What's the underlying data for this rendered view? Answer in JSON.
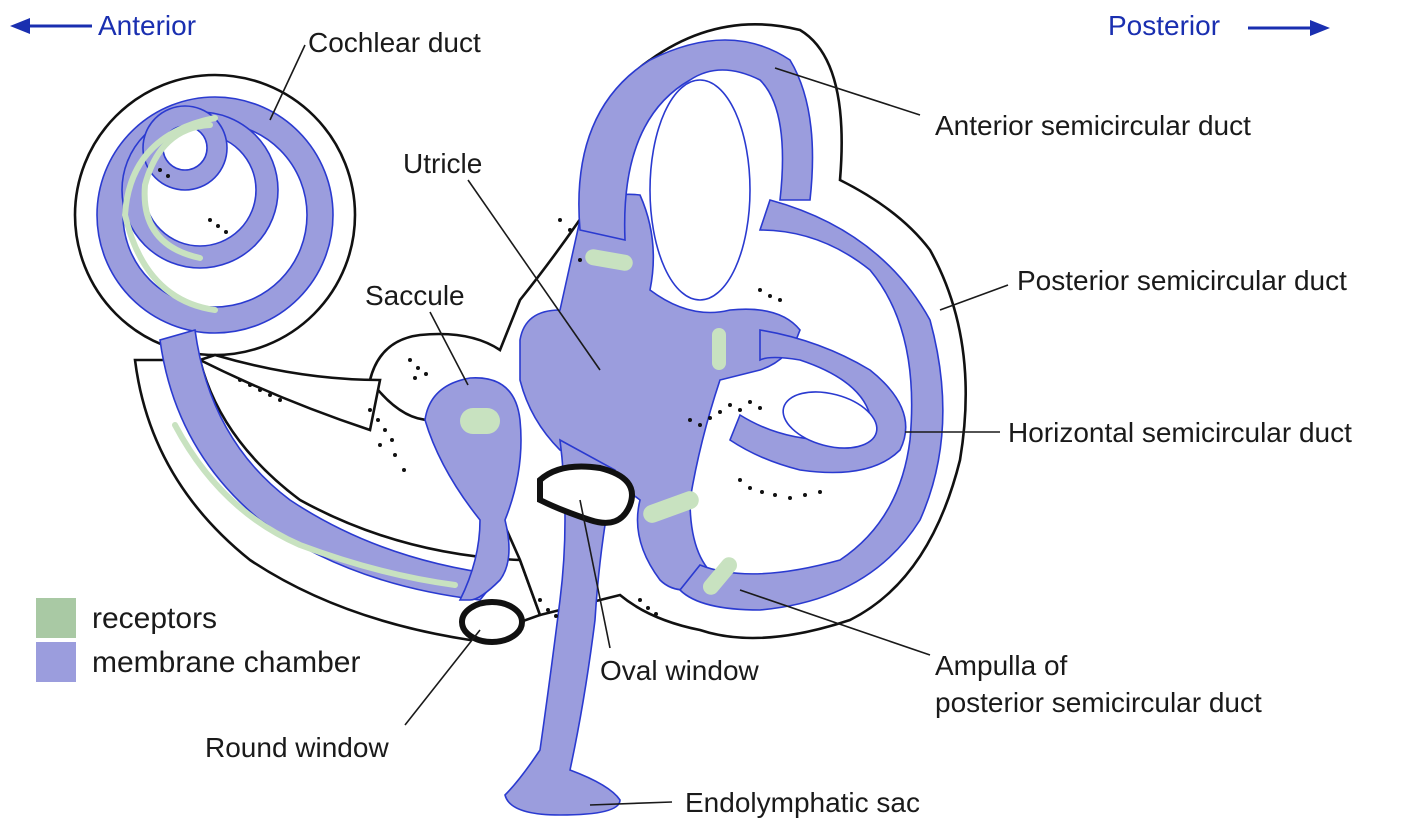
{
  "orientation": {
    "anterior": "Anterior",
    "posterior": "Posterior"
  },
  "labels": {
    "cochlear_duct": "Cochlear duct",
    "utricle": "Utricle",
    "saccule": "Saccule",
    "anterior_semicircular_duct": "Anterior semicircular duct",
    "posterior_semicircular_duct": "Posterior semicircular duct",
    "horizontal_semicircular_duct": "Horizontal semicircular duct",
    "ampulla_line1": "Ampulla of",
    "ampulla_line2": "posterior semicircular duct",
    "oval_window": "Oval window",
    "round_window": "Round window",
    "endolymphatic_sac": "Endolymphatic sac"
  },
  "legend": {
    "items": [
      {
        "label": "receptors",
        "color": "#a9c9a4"
      },
      {
        "label": "membrane chamber",
        "color": "#9b9ddd"
      }
    ]
  },
  "colors": {
    "arrow": "#1a2fb0",
    "membrane": "#9b9ddd",
    "receptor": "#c8e2c0"
  }
}
